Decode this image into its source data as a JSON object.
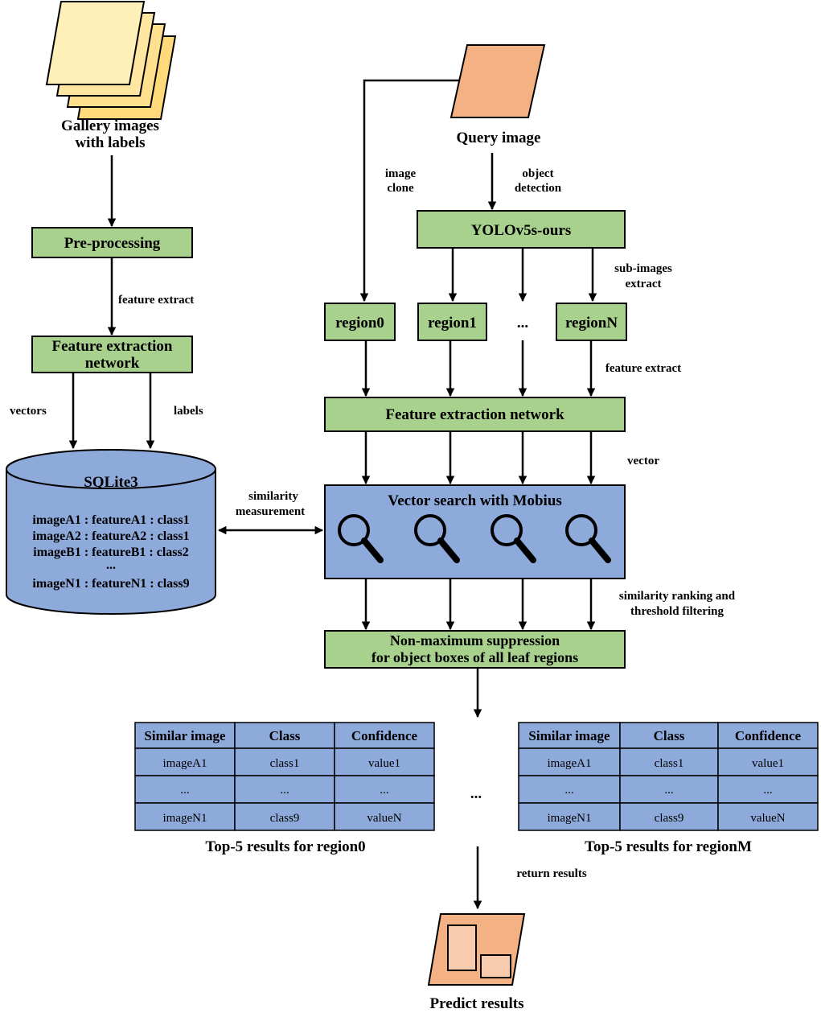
{
  "gallery": {
    "line1": "Gallery images",
    "line2": "with labels"
  },
  "query": {
    "label": "Query image"
  },
  "edges": {
    "image_clone_1": "image",
    "image_clone_2": "clone",
    "object_detection_1": "object",
    "object_detection_2": "detection",
    "feature_extract_left": "feature extract",
    "sub_images_1": "sub-images",
    "sub_images_2": "extract",
    "feature_extract_right": "feature extract",
    "vectors": "vectors",
    "labels": "labels",
    "vector": "vector",
    "similarity_1": "similarity",
    "similarity_2": "measurement",
    "ranking_1": "similarity ranking and",
    "ranking_2": "threshold filtering",
    "return_results": "return results"
  },
  "nodes": {
    "preprocessing": "Pre-processing",
    "feature_net_left_1": "Feature extraction",
    "feature_net_left_2": "network",
    "yolo": "YOLOv5s-ours",
    "region0": "region0",
    "region1": "region1",
    "region_dots": "...",
    "regionN": "regionN",
    "feature_net_right": "Feature extraction network",
    "vector_search": "Vector search with Mobius",
    "nms_1": "Non-maximum suppression",
    "nms_2": "for object boxes of all leaf regions"
  },
  "database": {
    "title": "SQLite3",
    "rows": [
      "imageA1 : featureA1 : class1",
      "imageA2 : featureA2 : class1",
      "imageB1 : featureB1 : class2",
      "...",
      "imageN1 : featureN1 : class9"
    ]
  },
  "tables": [
    {
      "headers": [
        "Similar image",
        "Class",
        "Confidence"
      ],
      "rows": [
        [
          "imageA1",
          "class1",
          "value1"
        ],
        [
          "...",
          "...",
          "..."
        ],
        [
          "imageN1",
          "class9",
          "valueN"
        ]
      ],
      "caption": "Top-5 results for region0"
    },
    {
      "headers": [
        "Similar image",
        "Class",
        "Confidence"
      ],
      "rows": [
        [
          "imageA1",
          "class1",
          "value1"
        ],
        [
          "...",
          "...",
          "..."
        ],
        [
          "imageN1",
          "class9",
          "valueN"
        ]
      ],
      "caption": "Top-5 results for regionM"
    }
  ],
  "table_gap_dots": "...",
  "predict": {
    "label": "Predict results"
  },
  "colors": {
    "green": "#a9d18e",
    "blue": "#8eaadb",
    "orange": "#f4b183",
    "yellow": "#ffe38a"
  },
  "icons": [
    "stacked-images-icon",
    "query-image-icon",
    "magnifier-icon",
    "predict-results-icon"
  ]
}
